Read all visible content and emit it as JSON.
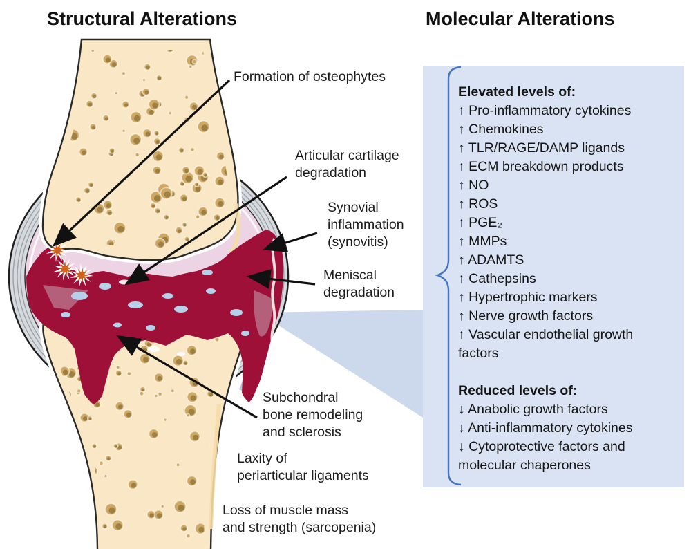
{
  "titles": {
    "left": "Structural Alterations",
    "right": "Molecular Alterations"
  },
  "structural_labels": {
    "osteophytes": {
      "lines": [
        "Formation of osteophytes"
      ]
    },
    "cartilage": {
      "lines": [
        "Articular cartilage",
        "degradation"
      ]
    },
    "synovitis": {
      "lines": [
        "Synovial",
        "inflammation",
        "(synovitis)"
      ]
    },
    "meniscal": {
      "lines": [
        "Meniscal",
        "degradation"
      ]
    },
    "subchondral": {
      "lines": [
        "Subchondral",
        "bone remodeling",
        "and sclerosis"
      ]
    },
    "laxity": {
      "lines": [
        "Laxity of",
        "periarticular ligaments"
      ]
    },
    "muscle": {
      "lines": [
        "Loss of muscle mass",
        "and strength (sarcopenia)"
      ]
    }
  },
  "molecular_panel": {
    "elevated": {
      "heading": "Elevated levels of:",
      "items": [
        "↑ Pro-inflammatory cytokines",
        "↑ Chemokines",
        "↑ TLR/RAGE/DAMP ligands",
        "↑ ECM breakdown products",
        "↑ NO",
        "↑ ROS",
        "↑ PGE₂",
        "↑ MMPs",
        "↑ ADAMTS",
        "↑ Cathepsins",
        "↑ Hypertrophic markers",
        "↑ Nerve growth factors",
        "↑ Vascular endothelial growth factors"
      ]
    },
    "reduced": {
      "heading": "Reduced levels of:",
      "items": [
        "↓ Anabolic growth factors",
        "↓ Anti-inflammatory cytokines",
        "↓ Cytoprotective factors and molecular chaperones"
      ]
    }
  },
  "colors": {
    "panel_bg": "#dae3f3",
    "wedge": "#ccd8ec",
    "brace": "#4472c4",
    "bone": "#fae7c5",
    "bone_spot": "#c9a55e",
    "capsule_gray": "#d6dade",
    "synovium_pink": "#ecd4e4",
    "inflamed_fluid": "#9e1038",
    "fluid_patch": "#b4607a",
    "fluid_fleck_blue": "#b5d0e8",
    "osteophyte_orange": "#d2611c",
    "arrow": "#111111"
  }
}
